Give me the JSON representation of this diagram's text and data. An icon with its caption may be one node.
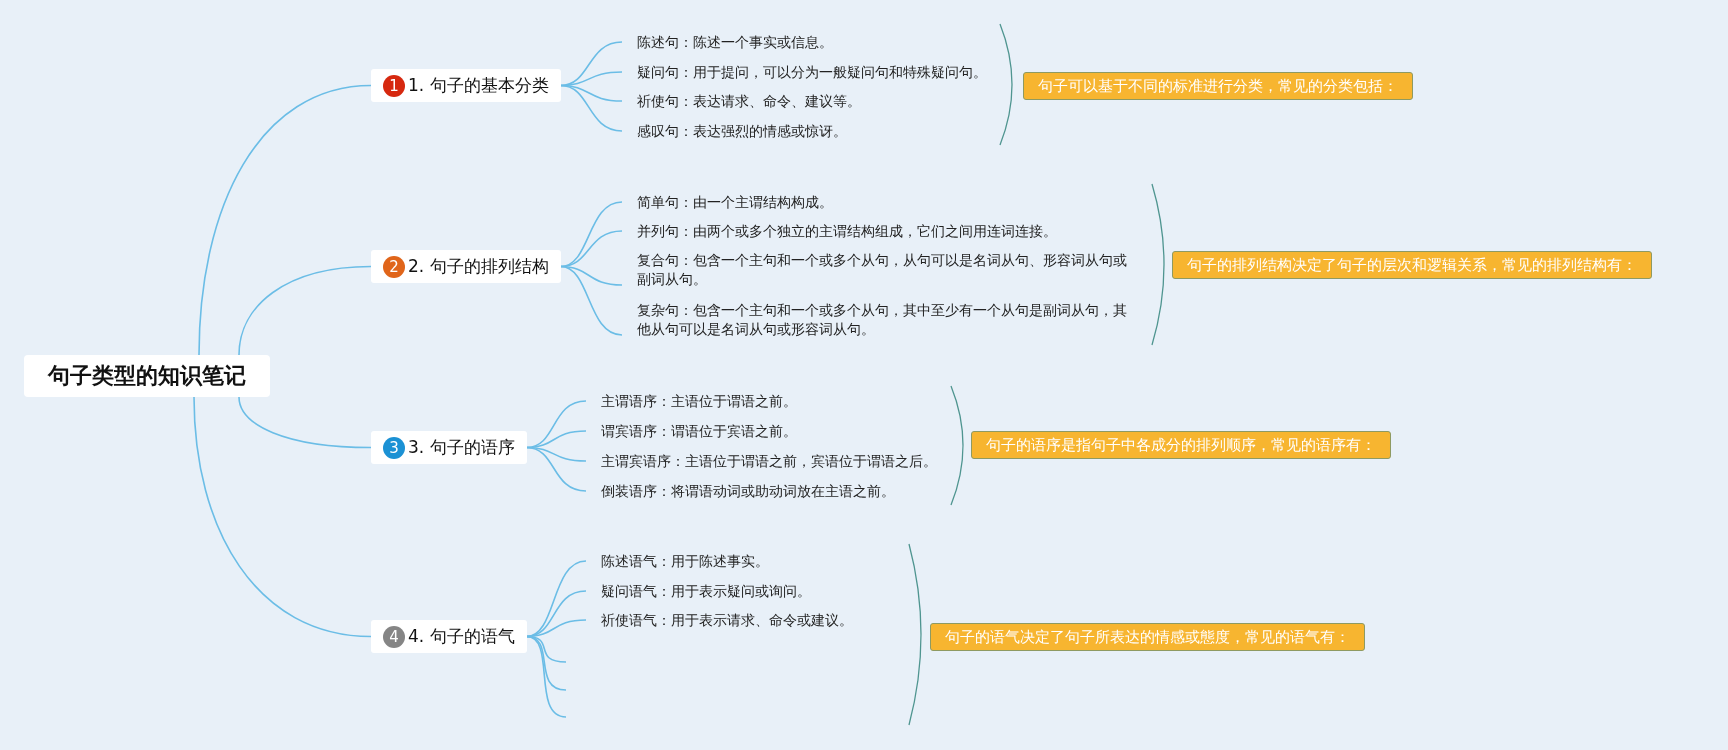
{
  "diagram": {
    "nodes": [
      {
        "text": [
          "句子类型的知识笔记"
        ]
      },
      {
        "text": [
          "1",
          "1. 句子的基本分类"
        ]
      },
      {
        "text": [
          "陈述句：陈述一个事实或信息。"
        ]
      },
      {
        "text": [
          "疑问句：用于提问，可以分为一般疑问句和特殊疑问句。"
        ]
      },
      {
        "text": [
          "祈使句：表达请求、命令、建议等。"
        ]
      },
      {
        "text": [
          "感叹句：表达强烈的情感或惊讶。"
        ]
      },
      {
        "text": [
          "句子可以基于不同的标准进行分类，常见的分类包括："
        ]
      },
      {
        "text": [
          "2",
          "2. 句子的排列结构"
        ]
      },
      {
        "text": [
          "简单句：由一个主谓结构构成。"
        ]
      },
      {
        "text": [
          "并列句：由两个或多个独立的主谓结构组成，它们之间用连词连接。"
        ]
      },
      {
        "text": [
          "复合句：包含一个主句和一个或多个从句，从句可以是名词从句、形容词从句或副词从句。"
        ]
      },
      {
        "text": [
          "复杂句：包含一个主句和一个或多个从句，其中至少有一个从句是副词从句，其他从句可以是名词从句或形容词从句。"
        ]
      },
      {
        "text": [
          "句子的排列结构决定了句子的层次和逻辑关系，常见的排列结构有："
        ]
      },
      {
        "text": [
          "3",
          "3. 句子的语序"
        ]
      },
      {
        "text": [
          "主谓语序：主语位于谓语之前。"
        ]
      },
      {
        "text": [
          "谓宾语序：谓语位于宾语之前。"
        ]
      },
      {
        "text": [
          "主谓宾语序：主语位于谓语之前，宾语位于谓语之后。"
        ]
      },
      {
        "text": [
          "倒装语序：将谓语动词或助动词放在主语之前。"
        ]
      },
      {
        "text": [
          "句子的语序是指句子中各成分的排列顺序，常见的语序有："
        ]
      },
      {
        "text": [
          "4",
          "4. 句子的语气"
        ]
      },
      {
        "text": [
          "陈述语气：用于陈述事实。"
        ]
      },
      {
        "text": [
          "疑问语气：用于表示疑问或询问。"
        ]
      },
      {
        "text": [
          "祈使语气：用于表示请求、命令或建议。"
        ]
      },
      {
        "text": [
          "句子的语气决定了句子所表达的情感或態度，常见的语气有："
        ]
      }
    ],
    "edges": [
      {
        "from": 0,
        "to": 1,
        "arrow": "none"
      },
      {
        "from": 0,
        "to": 7,
        "arrow": "none"
      },
      {
        "from": 0,
        "to": 13,
        "arrow": "none"
      },
      {
        "from": 0,
        "to": 19,
        "arrow": "none"
      },
      {
        "from": 1,
        "to": 2,
        "arrow": "none"
      },
      {
        "from": 1,
        "to": 3,
        "arrow": "none"
      },
      {
        "from": 1,
        "to": 4,
        "arrow": "none"
      },
      {
        "from": 1,
        "to": 5,
        "arrow": "none"
      },
      {
        "from": 7,
        "to": 8,
        "arrow": "none"
      },
      {
        "from": 7,
        "to": 9,
        "arrow": "none"
      },
      {
        "from": 7,
        "to": 10,
        "arrow": "none"
      },
      {
        "from": 7,
        "to": 11,
        "arrow": "none"
      },
      {
        "from": 13,
        "to": 14,
        "arrow": "none"
      },
      {
        "from": 13,
        "to": 15,
        "arrow": "none"
      },
      {
        "from": 13,
        "to": 16,
        "arrow": "none"
      },
      {
        "from": 13,
        "to": 17,
        "arrow": "none"
      },
      {
        "from": 19,
        "to": 20,
        "arrow": "none"
      },
      {
        "from": 19,
        "to": 21,
        "arrow": "none"
      },
      {
        "from": 19,
        "to": 22,
        "arrow": "none"
      },
      {
        "from": 19,
        "to": null,
        "arrow": "none"
      },
      {
        "from": 19,
        "to": null,
        "arrow": "none"
      },
      {
        "from": 19,
        "to": null,
        "arrow": "none"
      }
    ]
  }
}
